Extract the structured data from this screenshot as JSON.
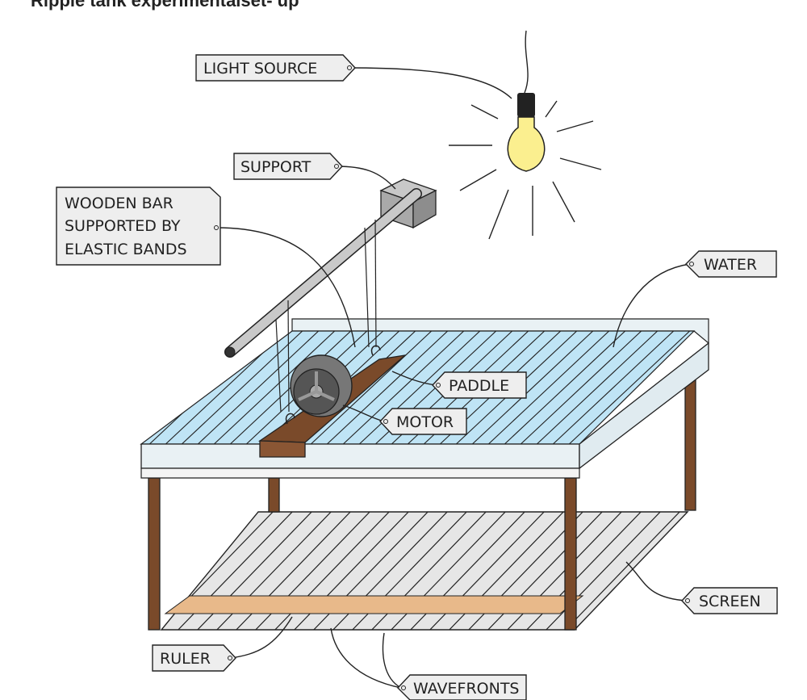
{
  "title": "Ripple tank experimentalset- up",
  "labels": {
    "light_source": "LIGHT SOURCE",
    "support": "SUPPORT",
    "wooden_bar_1": "WOODEN BAR",
    "wooden_bar_2": "SUPPORTED BY",
    "wooden_bar_3": "ELASTIC BANDS",
    "water": "WATER",
    "paddle": "PADDLE",
    "motor": "MOTOR",
    "screen": "SCREEN",
    "ruler": "RULER",
    "wavefronts": "WAVEFRONTS"
  },
  "colors": {
    "water": "#bfe4f5",
    "tank_glass": "#e9f1f4",
    "wood": "#7a4a2a",
    "ruler": "#e8b98a",
    "bulb": "#fbef8f",
    "screen": "#e6e6e6",
    "label_bg": "#eeeeee"
  }
}
